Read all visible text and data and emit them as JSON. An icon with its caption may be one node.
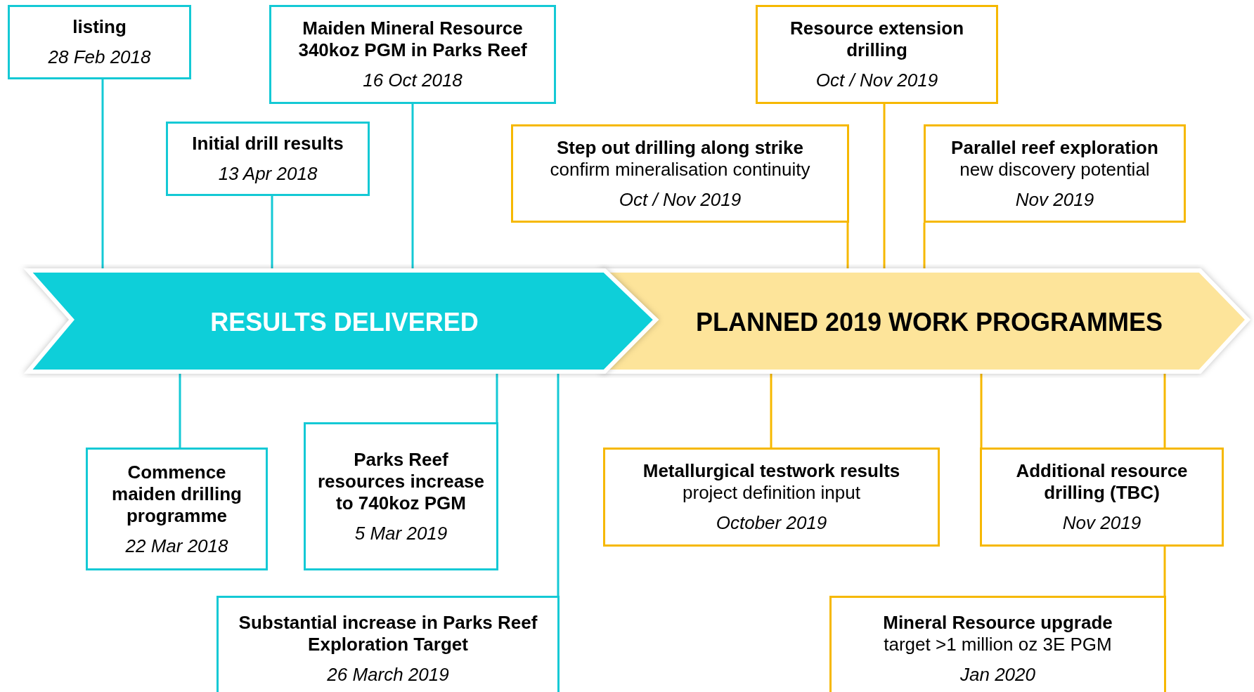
{
  "diagram": {
    "nodes": [
      {
        "text": [
          "RESULTS DELIVERED"
        ]
      },
      {
        "text": [
          "PLANNED 2019 WORK PROGRAMMES"
        ]
      },
      {
        "text": [
          "listing",
          "28 Feb 2018"
        ]
      },
      {
        "text": [
          "Maiden Mineral Resource 340koz PGM in Parks Reef",
          "16 Oct 2018"
        ]
      },
      {
        "text": [
          "Initial drill results",
          "13 Apr 2018"
        ]
      },
      {
        "text": [
          "Step out drilling along strike",
          "confirm mineralisation continuity",
          "Oct / Nov 2019"
        ]
      },
      {
        "text": [
          "Resource extension drilling",
          "Oct / Nov 2019"
        ]
      },
      {
        "text": [
          "Parallel reef exploration",
          "new discovery potential",
          "Nov 2019"
        ]
      },
      {
        "text": [
          "Commence maiden drilling programme",
          "22 Mar 2018"
        ]
      },
      {
        "text": [
          "Parks Reef resources increase to 740koz PGM",
          "5 Mar 2019"
        ]
      },
      {
        "text": [
          "Substantial increase in Parks Reef Exploration Target",
          "26 March 2019"
        ]
      },
      {
        "text": [
          "Metallurgical testwork results",
          "project definition input",
          "October 2019"
        ]
      },
      {
        "text": [
          "Additional resource drilling (TBC)",
          "Nov 2019"
        ]
      },
      {
        "text": [
          "Mineral Resource upgrade",
          "target >1 million oz 3E PGM",
          "Jan 2020"
        ]
      }
    ],
    "edges": [
      {
        "from": 2,
        "to": 0,
        "arrow": "none",
        "color": "#14c9d5"
      },
      {
        "from": 3,
        "to": 0,
        "arrow": "none",
        "color": "#14c9d5"
      },
      {
        "from": 4,
        "to": 0,
        "arrow": "none",
        "color": "#14c9d5"
      },
      {
        "from": 5,
        "to": 1,
        "arrow": "none",
        "color": "#f6b800"
      },
      {
        "from": 6,
        "to": 1,
        "arrow": "none",
        "color": "#f6b800"
      },
      {
        "from": 7,
        "to": 1,
        "arrow": "none",
        "color": "#f6b800"
      },
      {
        "from": 8,
        "to": 0,
        "arrow": "none",
        "color": "#14c9d5"
      },
      {
        "from": 9,
        "to": 0,
        "arrow": "none",
        "color": "#14c9d5"
      },
      {
        "from": 10,
        "to": 0,
        "arrow": "none",
        "color": "#14c9d5"
      },
      {
        "from": 11,
        "to": 1,
        "arrow": "none",
        "color": "#f6b800"
      },
      {
        "from": 12,
        "to": 1,
        "arrow": "none",
        "color": "#f6b800"
      },
      {
        "from": 12,
        "to": 1,
        "arrow": "none",
        "color": "#f6b800"
      },
      {
        "from": 13,
        "to": 12,
        "arrow": "none",
        "color": "#f6b800"
      }
    ]
  }
}
